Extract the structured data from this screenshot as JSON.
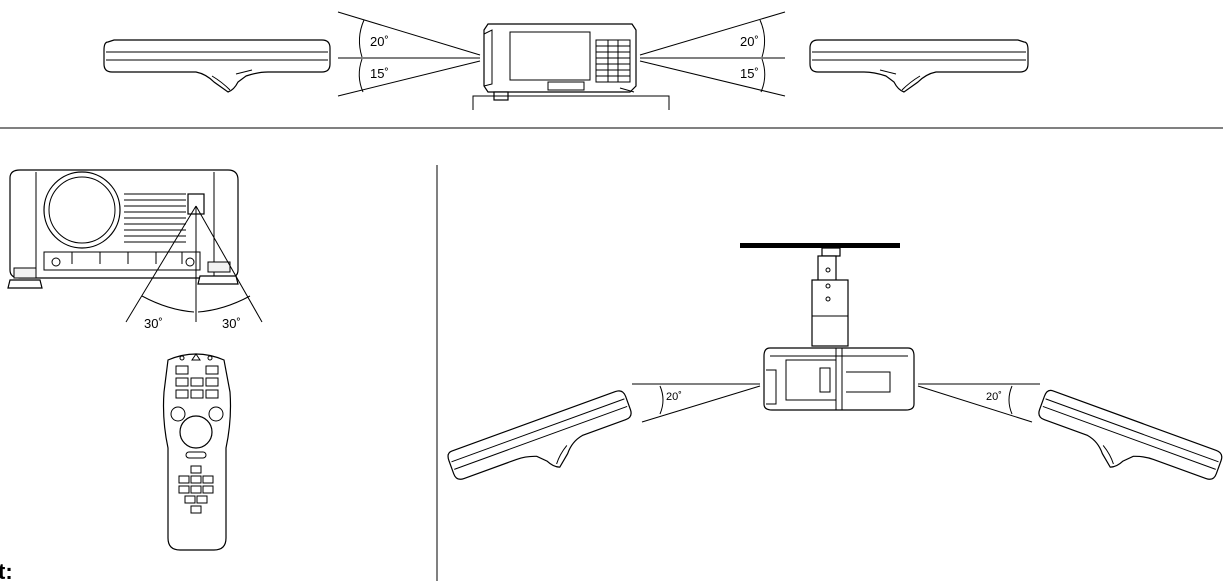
{
  "top_view": {
    "left_up_angle": "20˚",
    "left_down_angle": "15˚",
    "right_up_angle": "20˚",
    "right_down_angle": "15˚"
  },
  "front_view": {
    "left_angle": "30˚",
    "right_angle": "30˚"
  },
  "ceiling_view": {
    "left_angle": "20˚",
    "right_angle": "20˚"
  },
  "page_fragment": "t:"
}
